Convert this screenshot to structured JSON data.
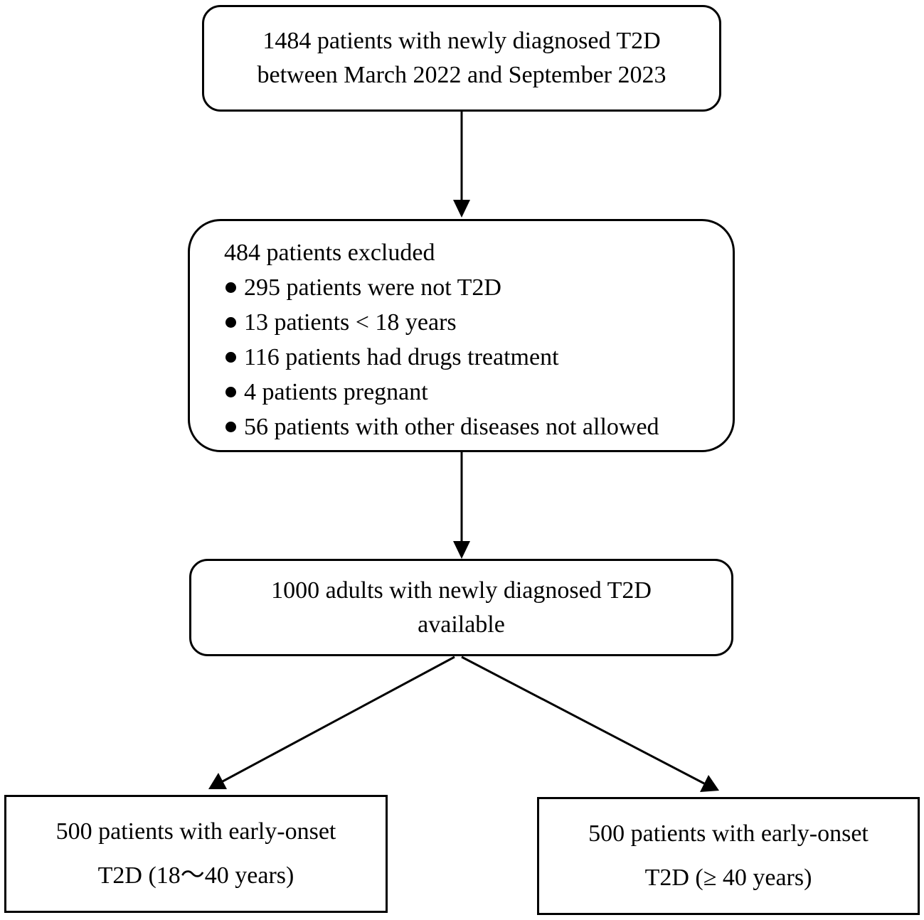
{
  "boxes": {
    "initial": {
      "lines": [
        "1484 patients with newly diagnosed T2D",
        "between March 2022 and September 2023"
      ]
    },
    "excluded": {
      "heading": "484 patients excluded",
      "items": [
        "295 patients were not T2D",
        "13 patients < 18 years",
        "116 patients had drugs treatment",
        "4 patients pregnant",
        "56 patients with other diseases not allowed"
      ]
    },
    "available": {
      "lines": [
        "1000 adults with newly diagnosed T2D",
        "available"
      ]
    },
    "early_onset": {
      "lines": [
        "500 patients with early-onset",
        "T2D (18～40 years)"
      ]
    },
    "late_onset": {
      "lines": [
        "500 patients with early-onset",
        "T2D (≥ 40 years)"
      ]
    }
  },
  "colors": {
    "stroke": "#000000",
    "background": "#ffffff"
  }
}
